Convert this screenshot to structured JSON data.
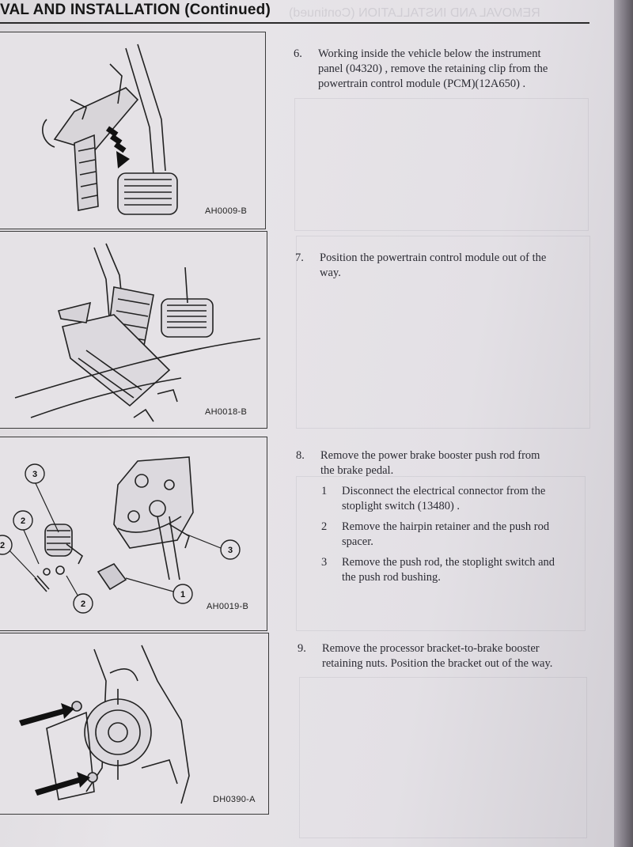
{
  "header": {
    "title": "VAL AND INSTALLATION (Continued)"
  },
  "figures": [
    {
      "code": "AH0009-B"
    },
    {
      "code": "AH0018-B"
    },
    {
      "code": "AH0019-B",
      "callouts": [
        "3",
        "2",
        "2",
        "2",
        "3",
        "1"
      ]
    },
    {
      "code": "DH0390-A"
    }
  ],
  "steps": [
    {
      "number": "6.",
      "lines": [
        "Working inside the vehicle below the instrument",
        "panel (04320) , remove the retaining clip from the",
        "powertrain control module (PCM)(12A650) ."
      ]
    },
    {
      "number": "7.",
      "lines": [
        "Position the powertrain control module out of the",
        "way."
      ]
    },
    {
      "number": "8.",
      "lines": [
        "Remove the power brake booster push rod from",
        "the brake pedal."
      ],
      "substeps": [
        {
          "number": "1",
          "lines": [
            "Disconnect the electrical connector from the",
            "stoplight switch (13480) ."
          ]
        },
        {
          "number": "2",
          "lines": [
            "Remove the hairpin retainer and the push rod",
            "spacer."
          ]
        },
        {
          "number": "3",
          "lines": [
            "Remove the push rod, the stoplight switch and",
            "the push rod bushing."
          ]
        }
      ]
    },
    {
      "number": "9.",
      "lines": [
        "Remove the processor bracket-to-brake booster",
        "retaining nuts. Position the bracket out of the way."
      ]
    }
  ],
  "colors": {
    "ink": "#2b2b33",
    "paper": "#e5e2e6",
    "line": "#222222"
  }
}
